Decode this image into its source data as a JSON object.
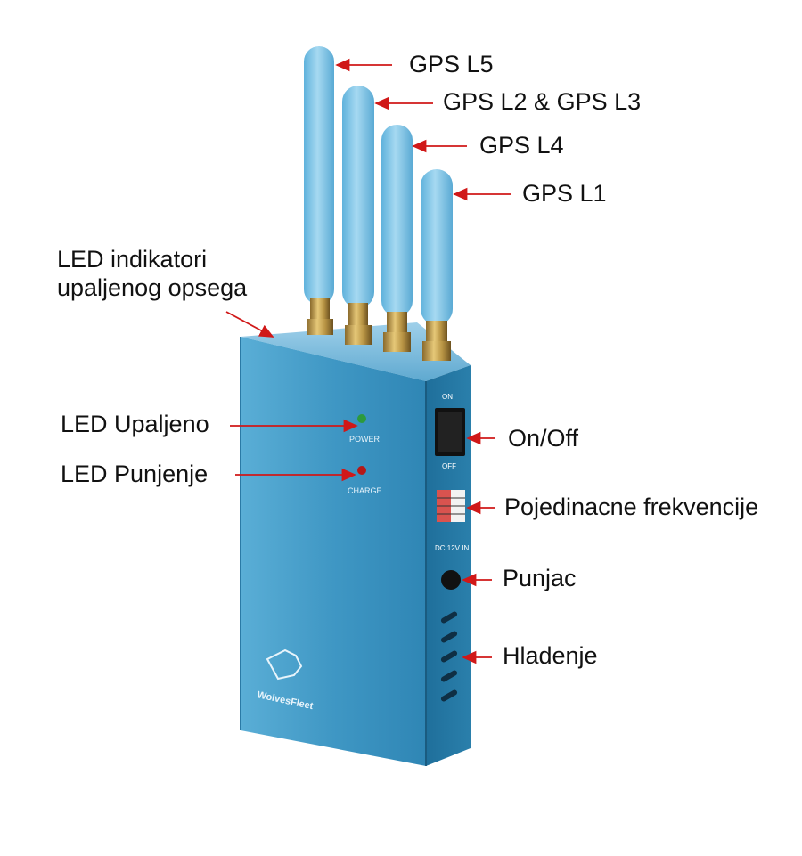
{
  "labels": {
    "gps_l5": "GPS L5",
    "gps_l2_l3": "GPS L2 & GPS L3",
    "gps_l4": "GPS L4",
    "gps_l1": "GPS L1",
    "led_indicators_line1": "LED indikatori",
    "led_indicators_line2": "upaljenog opsega",
    "led_power": "LED Upaljeno",
    "led_charge": "LED Punjenje",
    "on_off": "On/Off",
    "frequencies": "Pojedinacne frekvencije",
    "charger": "Punjac",
    "cooling": "Hladenje"
  },
  "device": {
    "power_text": "POWER",
    "charge_text": "CHARGE",
    "switch_on": "ON",
    "switch_off": "OFF",
    "dc_text": "DC 12V IN",
    "brand": "WolvesFleet"
  },
  "colors": {
    "body": "#3c93c0",
    "antenna": "#7fc4e4",
    "arrow": "#d01818",
    "led_power": "#2c9a3c",
    "led_charge": "#b51818"
  }
}
